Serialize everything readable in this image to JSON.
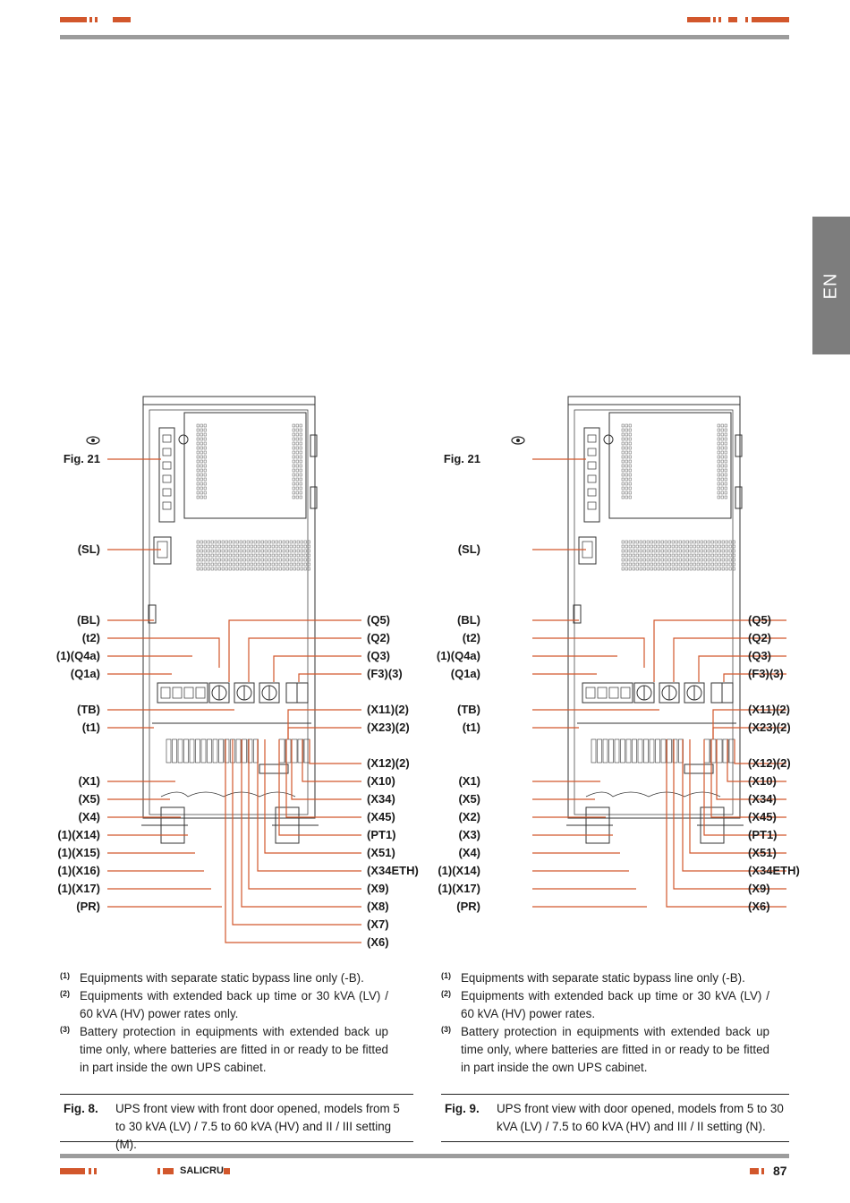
{
  "side_tab": "EN",
  "footer": {
    "brand": "SALICRU",
    "page_number": "87"
  },
  "colors": {
    "accent": "#d2572c",
    "rule": "#9c9c9c",
    "tab": "#7d7d7d"
  },
  "eye_icon": "eye-icon",
  "fig8": {
    "left_labels": [
      "Fig. 21",
      "(SL)",
      "(BL)",
      "(t2)",
      "(1)(Q4a)",
      "(Q1a)",
      "(TB)",
      "(t1)",
      "(X1)",
      "(X5)",
      "(X4)",
      "(1)(X14)",
      "(1)(X15)",
      "(1)(X16)",
      "(1)(X17)",
      "(PR)"
    ],
    "right_labels": [
      "(Q5)",
      "(Q2)",
      "(Q3)",
      "(F3)(3)",
      "(X11)(2)",
      "(X23)(2)",
      "(X12)(2)",
      "(X10)",
      "(X34)",
      "(X45)",
      "(PT1)",
      "(X51)",
      "(X34ETH)",
      "(X9)",
      "(X8)",
      "(X7)",
      "(X6)"
    ],
    "notes": [
      {
        "mark": "(1)",
        "text": "Equipments with separate static bypass line only (-B)."
      },
      {
        "mark": "(2)",
        "text": "Equipments with extended back up time or 30 kVA (LV) / 60 kVA (HV) power rates only."
      },
      {
        "mark": "(3)",
        "text": "Battery protection in equipments with extended back up time only, where batteries are fitted in or ready to be fitted in part inside the own UPS cabinet."
      }
    ],
    "caption_label": "Fig. 8.",
    "caption_text": "UPS front view with front door opened, models from 5 to 30 kVA (LV) / 7.5 to 60 kVA (HV) and II / III setting (M)."
  },
  "fig9": {
    "left_labels": [
      "Fig. 21",
      "(SL)",
      "(BL)",
      "(t2)",
      "(1)(Q4a)",
      "(Q1a)",
      "(TB)",
      "(t1)",
      "(X1)",
      "(X5)",
      "(X2)",
      "(X3)",
      "(X4)",
      "(1)(X14)",
      "(1)(X17)",
      "(PR)"
    ],
    "right_labels": [
      "(Q5)",
      "(Q2)",
      "(Q3)",
      "(F3)(3)",
      "(X11)(2)",
      "(X23)(2)",
      "(X12)(2)",
      "(X10)",
      "(X34)",
      "(X45)",
      "(PT1)",
      "(X51)",
      "(X34ETH)",
      "(X9)",
      "(X6)"
    ],
    "notes": [
      {
        "mark": "(1)",
        "text": "Equipments with separate static bypass line only (-B)."
      },
      {
        "mark": "(2)",
        "text": "Equipments with extended back up time or 30 kVA (LV) / 60 kVA (HV) power rates."
      },
      {
        "mark": "(3)",
        "text": "Battery protection in equipments with extended back up time only, where batteries are fitted in or ready to be fitted in part inside the own UPS cabinet."
      }
    ],
    "caption_label": "Fig. 9.",
    "caption_text": "UPS front view with door opened, models from 5 to 30 kVA (LV) / 7.5 to 60 kVA (HV) and III / II setting (N)."
  }
}
